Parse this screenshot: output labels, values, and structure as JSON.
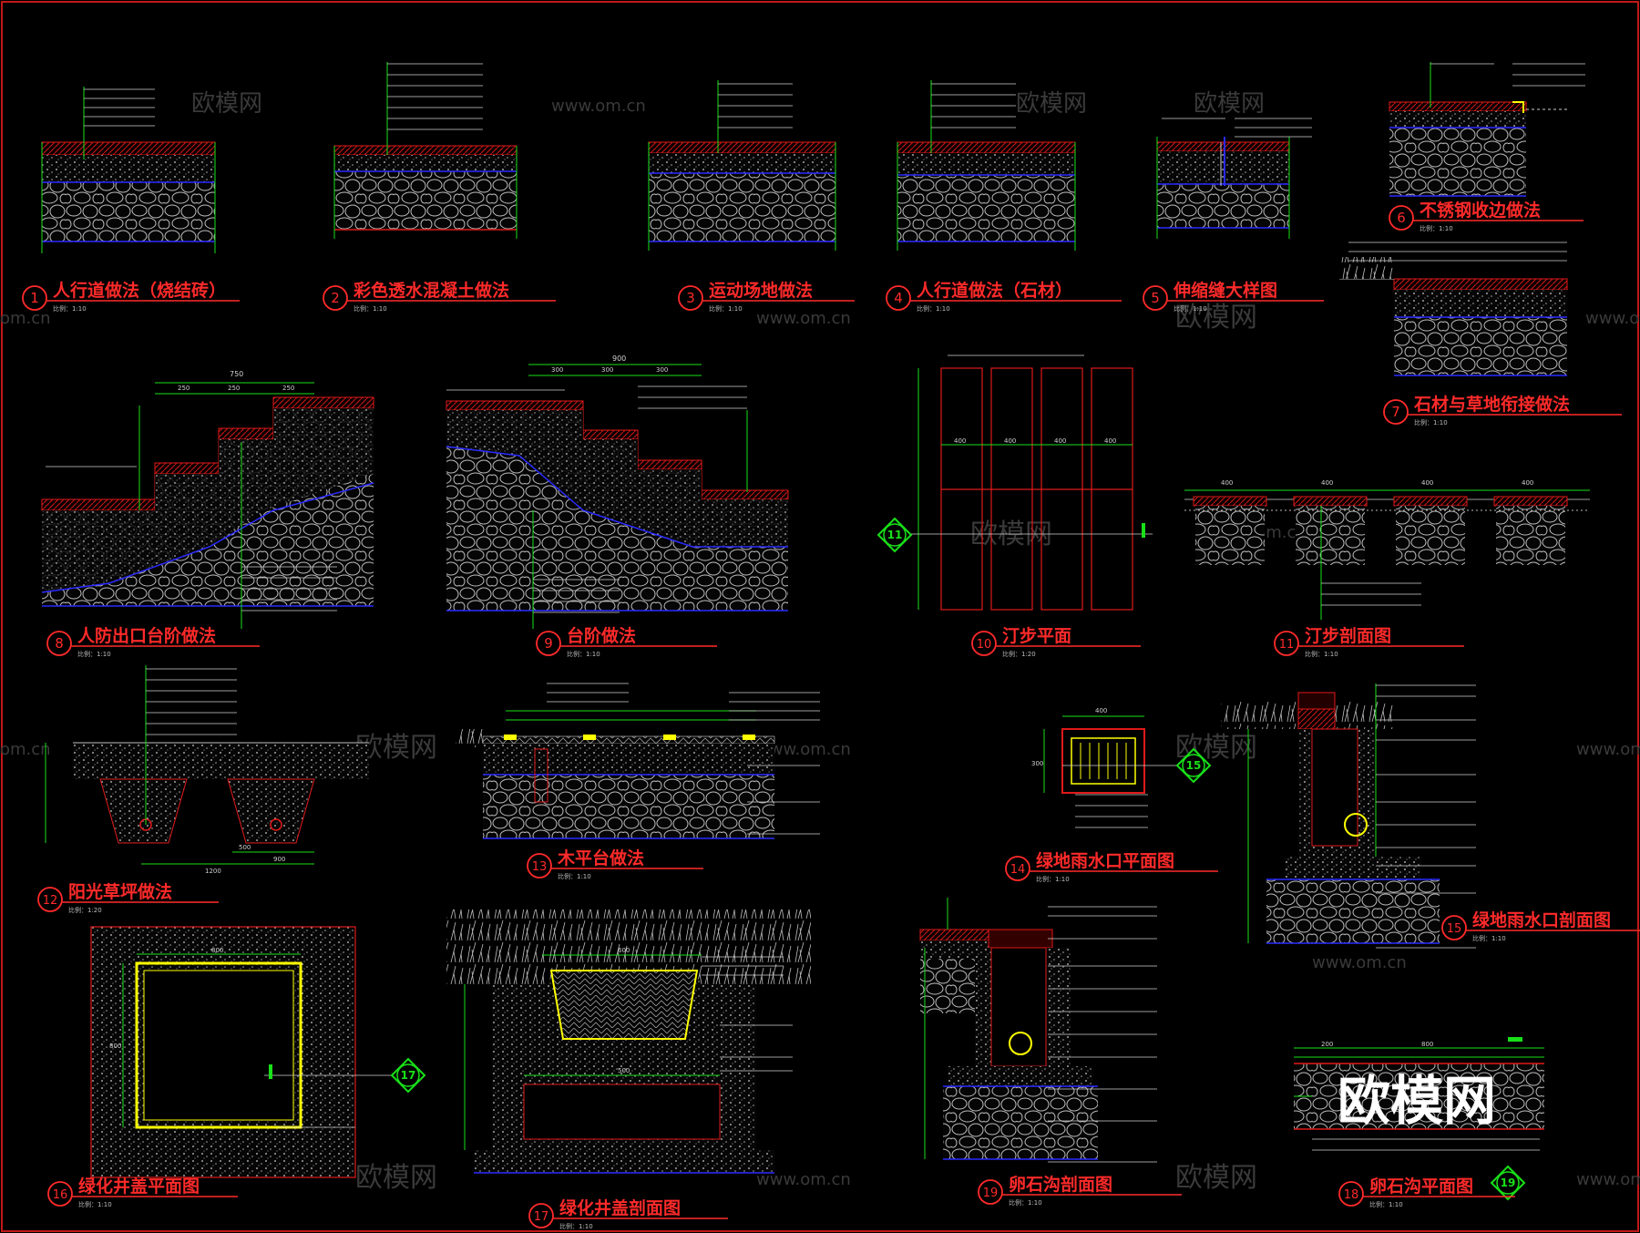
{
  "colors": {
    "background": "#000000",
    "title": "#ff2a2a",
    "line_red": "#e01919",
    "line_green": "#19e019",
    "line_blue": "#2a2aff",
    "line_yellow": "#ffff00",
    "hatch": "#b8b8b8",
    "watermark": "#3a3a3a"
  },
  "watermarks": {
    "site": "www.om.cn",
    "brand": "欧模网",
    "partial": "om.cn"
  },
  "details": [
    {
      "num": "1",
      "title": "人行道做法（烧结砖）",
      "scale": "比例：1:10"
    },
    {
      "num": "2",
      "title": "彩色透水混凝土做法",
      "scale": "比例：1:10"
    },
    {
      "num": "3",
      "title": "运动场地做法",
      "scale": "比例：1:10"
    },
    {
      "num": "4",
      "title": "人行道做法（石材）",
      "scale": "比例：1:10"
    },
    {
      "num": "5",
      "title": "伸缩缝大样图",
      "scale": "比例：1:10"
    },
    {
      "num": "6",
      "title": "不锈钢收边做法",
      "scale": "比例：1:10"
    },
    {
      "num": "7",
      "title": "石材与草地衔接做法",
      "scale": "比例：1:10"
    },
    {
      "num": "8",
      "title": "人防出口台阶做法",
      "scale": "比例：1:10"
    },
    {
      "num": "9",
      "title": "台阶做法",
      "scale": "比例：1:10"
    },
    {
      "num": "10",
      "title": "汀步平面",
      "scale": "比例：1:20"
    },
    {
      "num": "11",
      "title": "汀步剖面图",
      "scale": "比例：1:10"
    },
    {
      "num": "12",
      "title": "阳光草坪做法",
      "scale": "比例：1:20"
    },
    {
      "num": "13",
      "title": "木平台做法",
      "scale": "比例：1:10"
    },
    {
      "num": "14",
      "title": "绿地雨水口平面图",
      "scale": "比例：1:10"
    },
    {
      "num": "15",
      "title": "绿地雨水口剖面图",
      "scale": "比例：1:10"
    },
    {
      "num": "16",
      "title": "绿化井盖平面图",
      "scale": "比例：1:10"
    },
    {
      "num": "17",
      "title": "绿化井盖剖面图",
      "scale": "比例：1:10"
    },
    {
      "num": "18",
      "title": "卵石沟平面图",
      "scale": "比例：1:10"
    },
    {
      "num": "19",
      "title": "卵石沟剖面图",
      "scale": "比例：1:10"
    }
  ],
  "section_marks": [
    "11",
    "15",
    "17",
    "19"
  ],
  "dimensions": {
    "stair8": [
      "750",
      "250",
      "250",
      "250"
    ],
    "stair9": [
      "300",
      "300",
      "300",
      "900"
    ],
    "pavers10": [
      "400",
      "400",
      "400",
      "400"
    ],
    "pavers11": [
      "400",
      "400",
      "400",
      "400"
    ],
    "tray12": [
      "500",
      "900",
      "1200"
    ],
    "grate14": [
      "400",
      "300"
    ],
    "well16": [
      "800",
      "800"
    ],
    "well17": [
      "600",
      "500"
    ],
    "plan18": [
      "200",
      "800"
    ]
  }
}
